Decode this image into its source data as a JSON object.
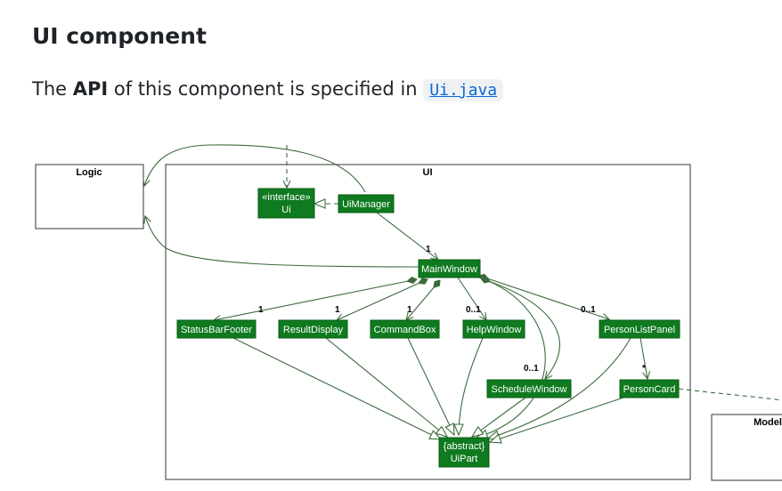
{
  "section": {
    "title": "UI component",
    "intro_before": "The ",
    "intro_bold": "API",
    "intro_after": " of this component is specified in ",
    "link_text": "Ui.java"
  },
  "diagram": {
    "packages": {
      "logic": "Logic",
      "ui": "UI",
      "model": "Model"
    },
    "nodes": {
      "ui_interface_line1": "«interface»",
      "ui_interface_line2": "Ui",
      "ui_manager": "UiManager",
      "main_window": "MainWindow",
      "status_bar_footer": "StatusBarFooter",
      "result_display": "ResultDisplay",
      "command_box": "CommandBox",
      "help_window": "HelpWindow",
      "person_list_panel": "PersonListPanel",
      "schedule_window": "ScheduleWindow",
      "person_card": "PersonCard",
      "ui_part_line1": "{abstract}",
      "ui_part_line2": "UiPart"
    },
    "multiplicities": {
      "manager_to_main": "1",
      "main_to_status": "1",
      "main_to_result": "1",
      "main_to_command": "1",
      "main_to_help": "0..1",
      "main_to_panel": "0..1",
      "main_to_schedule": "0..1",
      "panel_to_card": "*"
    },
    "colors": {
      "node_fill": "#0f7a1f",
      "edge": "#3d6b3d",
      "link": "#0969da"
    }
  }
}
